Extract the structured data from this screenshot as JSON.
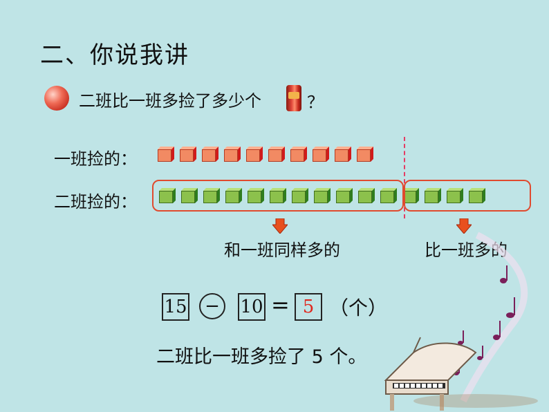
{
  "title": "二、你说我讲",
  "question": {
    "text": "二班比一班多捡了多少个",
    "mark": "？"
  },
  "rows": {
    "row1": {
      "label": "一班捡的：",
      "count": 10
    },
    "row2": {
      "label": "二班捡的：",
      "count": 15
    }
  },
  "groups": {
    "same_label": "和一班同样多的",
    "more_label": "比一班多的"
  },
  "equation": {
    "a": "15",
    "op": "−",
    "b": "10",
    "eq": "=",
    "result": "5",
    "unit": "（个）"
  },
  "answer": "二班比一班多捡了 5 个。",
  "colors": {
    "background": "#bfe4e6",
    "red_block": "#f28a63",
    "green_block": "#8cc14c",
    "group_border": "#e04a2e",
    "result": "#e0281e"
  }
}
